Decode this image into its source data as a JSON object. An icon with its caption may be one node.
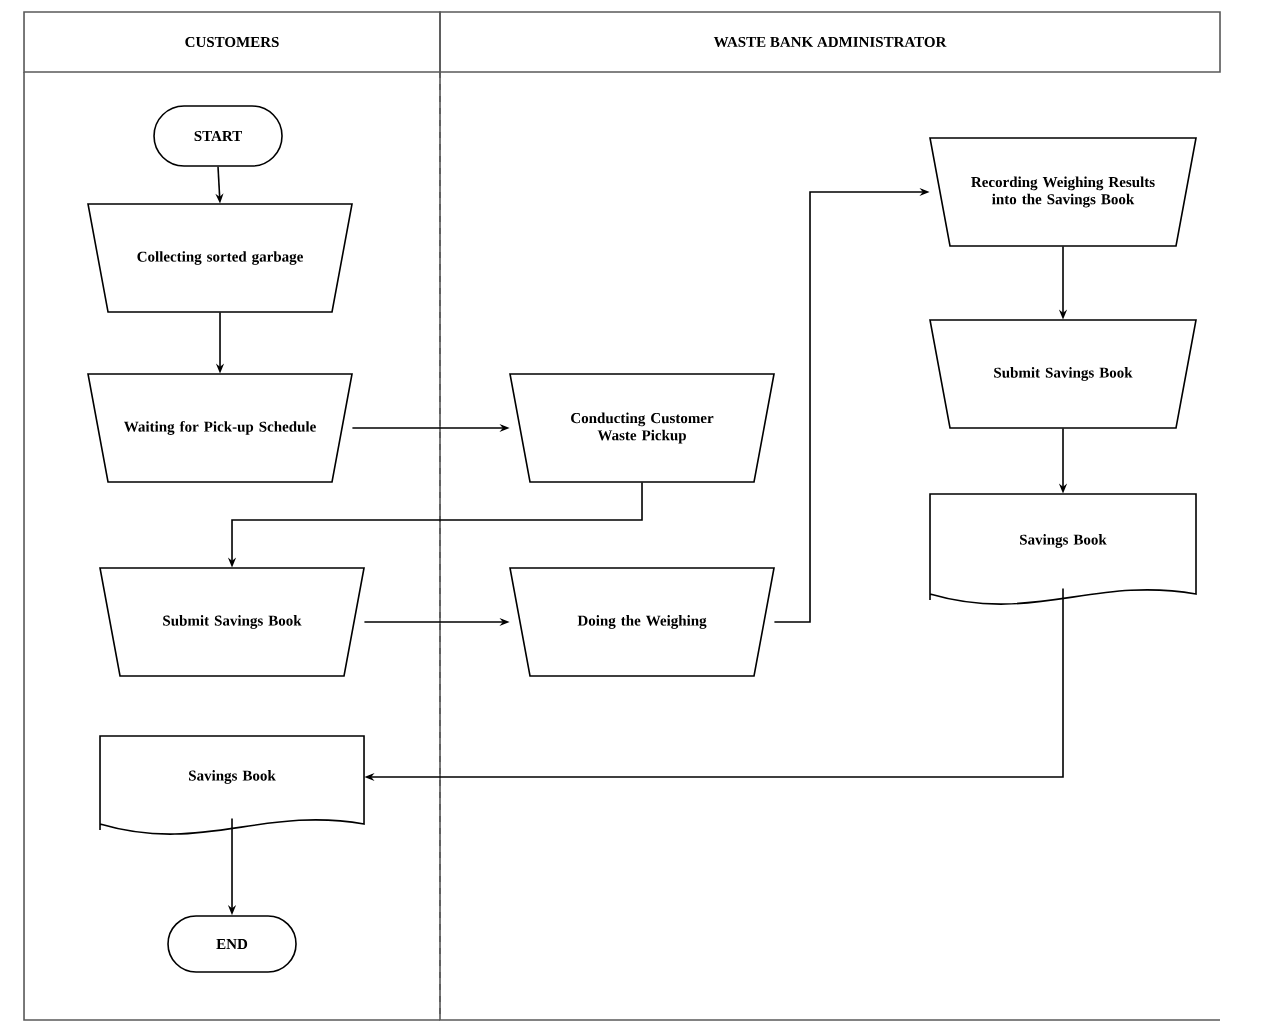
{
  "diagram": {
    "nodes": [
      {
        "text": [
          "CUSTOMERS"
        ]
      },
      {
        "text": [
          "WASTE BANK ADMINISTRATOR"
        ]
      },
      {
        "text": [
          "START"
        ],
        "in": 0
      },
      {
        "text": [
          "Collecting sorted garbage"
        ],
        "in": 0
      },
      {
        "text": [
          "Waiting for Pick-up Schedule"
        ],
        "in": 0
      },
      {
        "text": [
          "Conducting Customer Waste Pickup"
        ],
        "in": 1
      },
      {
        "text": [
          "Submit Savings Book"
        ],
        "in": 0
      },
      {
        "text": [
          "Doing the Weighing"
        ],
        "in": 1
      },
      {
        "text": [
          "Recording Weighing Results into the Savings Book"
        ],
        "in": 1
      },
      {
        "text": [
          "Submit Savings Book"
        ],
        "in": 1
      },
      {
        "text": [
          "Savings Book"
        ],
        "in": 1
      },
      {
        "text": [
          "Savings Book"
        ],
        "in": 0
      },
      {
        "text": [
          "END"
        ],
        "in": 0
      }
    ],
    "edges": [
      {
        "from": 2,
        "to": 3,
        "arrow": "to"
      },
      {
        "from": 3,
        "to": 4,
        "arrow": "to"
      },
      {
        "from": 4,
        "to": 5,
        "arrow": "to"
      },
      {
        "from": 5,
        "to": 6,
        "arrow": "to"
      },
      {
        "from": 6,
        "to": 7,
        "arrow": "to"
      },
      {
        "from": 7,
        "to": 8,
        "arrow": "to"
      },
      {
        "from": 8,
        "to": 9,
        "arrow": "to"
      },
      {
        "from": 9,
        "to": 10,
        "arrow": "to"
      },
      {
        "from": 10,
        "to": 11,
        "arrow": "to"
      },
      {
        "from": 11,
        "to": 12,
        "arrow": "to"
      }
    ]
  }
}
